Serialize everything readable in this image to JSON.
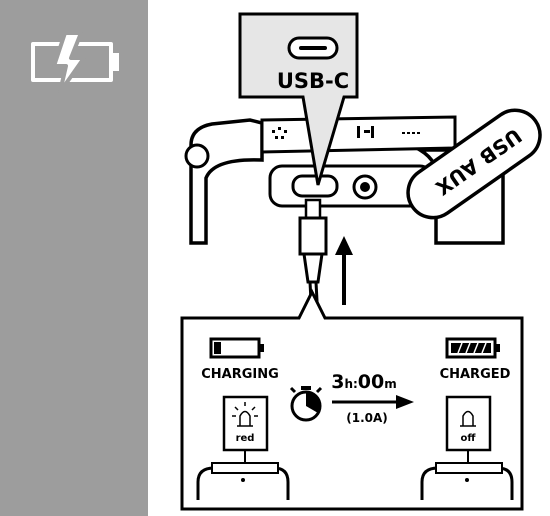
{
  "callout": {
    "connector_label": "USB-C"
  },
  "device": {
    "cap_label": "USB AUX"
  },
  "charging_panel": {
    "left_label": "CHARGING",
    "right_label": "CHARGED",
    "duration_hours": "3",
    "duration_h_unit": "h:",
    "duration_minutes": "00",
    "duration_m_unit": "m",
    "current": "(1.0A)",
    "led_left_label": "red",
    "led_right_label": "off"
  },
  "icons": {
    "sidebar": "battery-charging-icon",
    "timer": "stopwatch-icon"
  },
  "colors": {
    "sidebar": "#9d9d9d",
    "ink": "#000000",
    "callout_fill": "#e6e6e6"
  }
}
